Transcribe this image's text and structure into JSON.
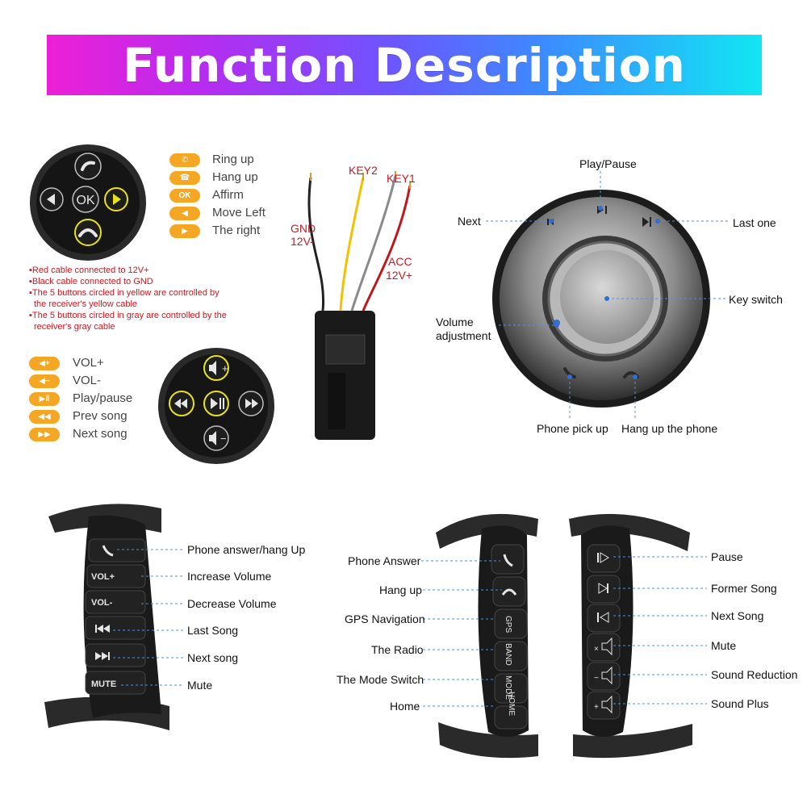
{
  "banner": {
    "title": "Function Description"
  },
  "legend_top": [
    {
      "icon": "phone-up-icon",
      "label": "Ring up"
    },
    {
      "icon": "phone-down-icon",
      "label": "Hang up"
    },
    {
      "icon": "ok-icon",
      "chip_text": "OK",
      "label": "Affirm"
    },
    {
      "icon": "triangle-left-icon",
      "label": "Move Left"
    },
    {
      "icon": "triangle-right-icon",
      "label": "The right"
    }
  ],
  "top_wheel": {
    "ok_text": "OK"
  },
  "notes": [
    "Red cable connected to 12V+",
    "Black cable connected to GND",
    "The 5 buttons circled in yellow are controlled by",
    "the receiver's yellow cable",
    "The 5 buttons circled in gray are controlled by the",
    "receiver's gray cable"
  ],
  "legend_bottom": [
    {
      "icon": "volume-plus-icon",
      "label": "VOL+"
    },
    {
      "icon": "volume-minus-icon",
      "label": "VOL-"
    },
    {
      "icon": "play-pause-icon",
      "label": "Play/pause"
    },
    {
      "icon": "prev-icon",
      "label": "Prev song"
    },
    {
      "icon": "next-icon",
      "label": "Next song"
    }
  ],
  "wires": {
    "key2": "KEY2",
    "key1": "KEY1",
    "gnd": "GND",
    "gnd_v": "12V-",
    "acc": "ACC",
    "acc_v": "12V+"
  },
  "dome": {
    "play_pause": "Play/Pause",
    "next": "Next",
    "last_one": "Last one",
    "key_switch": "Key switch",
    "volume_1": "Volume",
    "volume_2": "adjustment",
    "phone_pick_up": "Phone pick up",
    "hang_up_phone": "Hang up the phone"
  },
  "strap_left": {
    "button_labels": [
      "VOL+",
      "VOL-",
      "MUTE"
    ],
    "callouts": [
      "Phone answer/hang Up",
      "Increase Volume",
      "Decrease Volume",
      "Last Song",
      "Next song",
      "Mute"
    ]
  },
  "strap_mid": {
    "button_labels": [
      "GPS",
      "BAND",
      "MODE",
      "HOME"
    ],
    "callouts": [
      "Phone Answer",
      "Hang up",
      "GPS Navigation",
      "The Radio",
      "The Mode Switch",
      "Home"
    ]
  },
  "strap_right": {
    "callouts": [
      "Pause",
      "Former Song",
      "Next Song",
      "Mute",
      "Sound Reduction",
      "Sound Plus"
    ]
  },
  "colors": {
    "orange": "#f5a623",
    "red": "#d0161f",
    "yellow_ring": "#e8e21a",
    "callout_blue": "#5b8fd6"
  }
}
